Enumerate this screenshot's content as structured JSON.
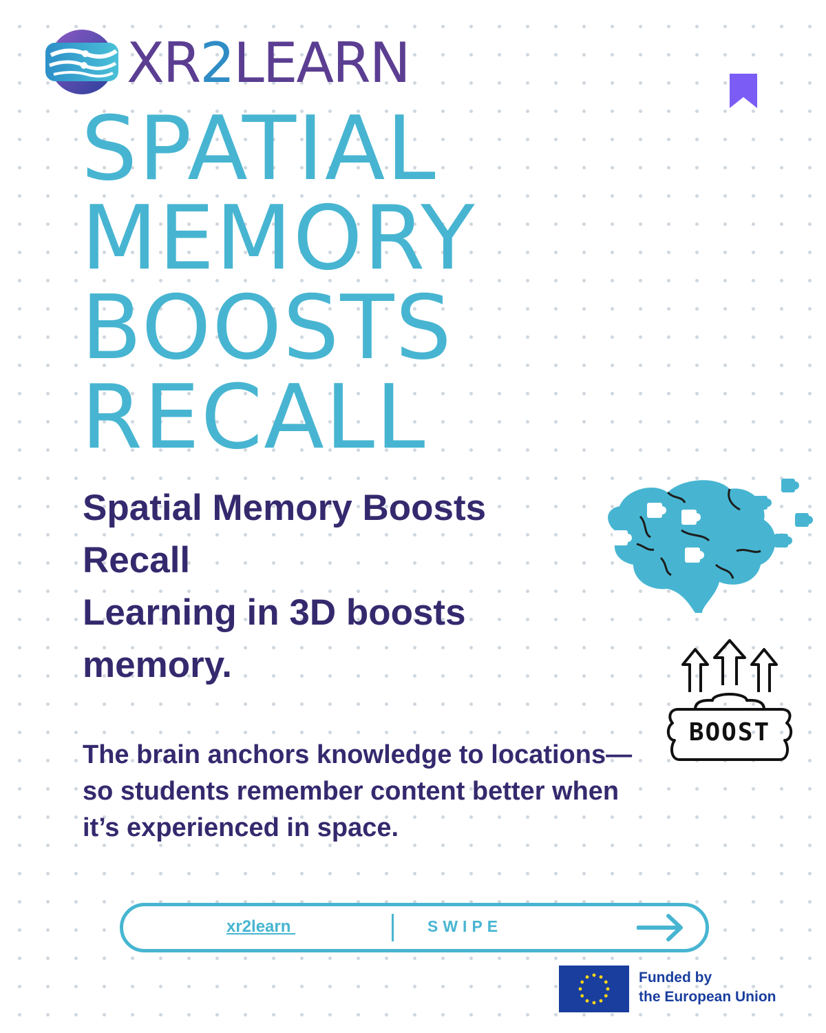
{
  "logo": {
    "text_main": "XR",
    "text_accent": "2",
    "text_tail": "LEARN"
  },
  "headline": {
    "lines": [
      "SPATIAL",
      "MEMORY",
      "BOOSTS",
      "RECALL"
    ]
  },
  "subheading": {
    "line1": "Spatial Memory Boosts",
    "line2": "Recall",
    "line3": "Learning in 3D boosts",
    "line4": "memory."
  },
  "body": "The brain anchors knowledge to locations—so students remember content better when it’s experienced in space.",
  "boost_badge": {
    "label": "BOOST"
  },
  "swipe_bar": {
    "link": "xr2learn ",
    "label": "SWIPE"
  },
  "funding": {
    "line1": "Funded by",
    "line2": "the European Union"
  },
  "colors": {
    "headline": "#47b5d1",
    "text": "#35296e",
    "logo": "#5b3e92",
    "bookmark": "#7b5cf5",
    "eu_blue": "#1a3e9e",
    "eu_star": "#ffd617"
  },
  "icons": [
    "xr2learn-logo-icon",
    "bookmark-icon",
    "brain-puzzle-icon",
    "boost-arrows-icon",
    "arrow-right-icon",
    "eu-flag-icon"
  ]
}
